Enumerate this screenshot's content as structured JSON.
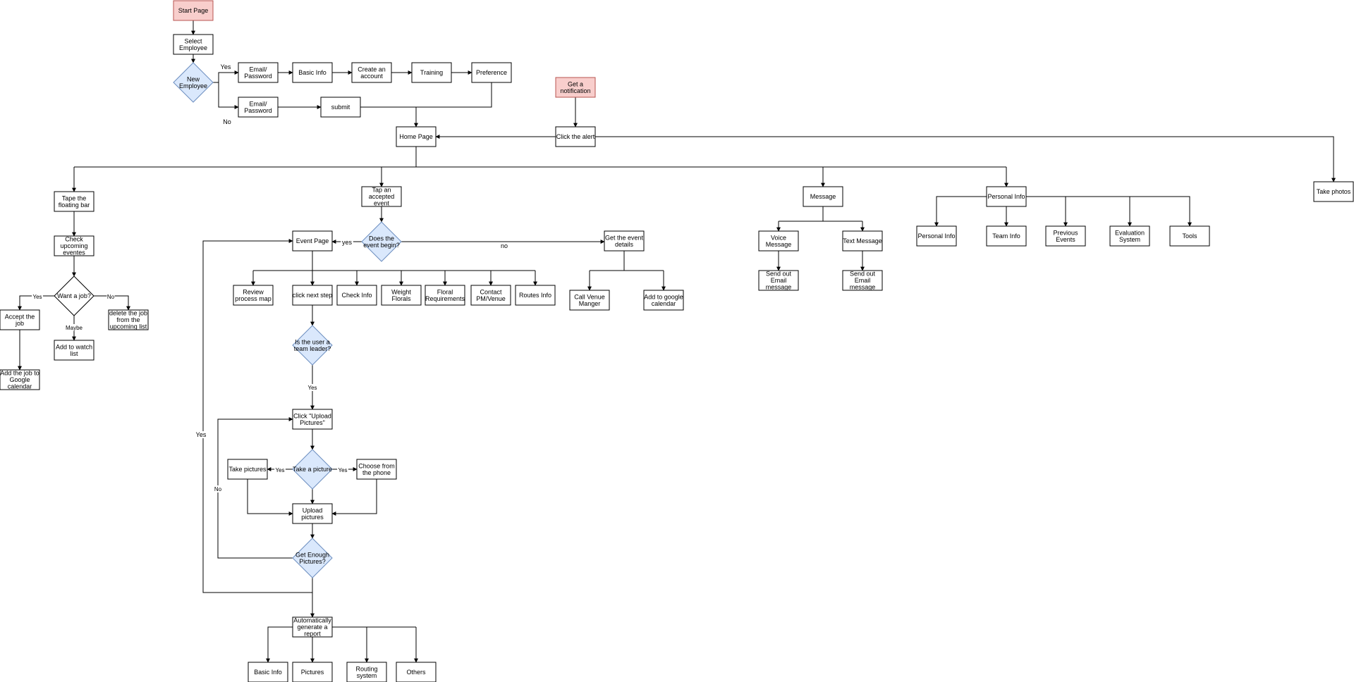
{
  "colors": {
    "start_fill": "#F8CECC",
    "start_stroke": "#B85450",
    "decision_fill": "#DAE8FC",
    "decision_stroke": "#6C8EBF",
    "box_fill": "#FFFFFF",
    "box_stroke": "#000000",
    "line": "#000000"
  },
  "nodes": {
    "start": [
      "Start Page"
    ],
    "select_employee": [
      "Select",
      "Employee"
    ],
    "new_employee": [
      "New",
      "Employee"
    ],
    "email_password_new": [
      "Email/",
      "Password"
    ],
    "basic_info_top": [
      "Basic Info"
    ],
    "create_account": [
      "Create an",
      "account"
    ],
    "training": [
      "Training"
    ],
    "preference": [
      "Preference"
    ],
    "email_password_old": [
      "Email/",
      "Password"
    ],
    "submit": [
      "submit"
    ],
    "get_notification": [
      "Get a",
      "notification"
    ],
    "click_alert": [
      "Click the alert"
    ],
    "home_page": [
      "Home Page"
    ],
    "tape_floating_bar": [
      "Tape the",
      "floating bar"
    ],
    "check_upcoming": [
      "Check",
      "upcoming",
      "eventes"
    ],
    "want_job": [
      "Want a job?"
    ],
    "accept_job": [
      "Accept the",
      "job"
    ],
    "add_google_calendar_job": [
      "Add the job to",
      "Google",
      "calendar"
    ],
    "add_watch_list": [
      "Add to watch",
      "list"
    ],
    "delete_job": [
      "delete the job",
      "from the",
      "upcoming list"
    ],
    "tap_accepted_event": [
      "Tap an",
      "accepted",
      "event"
    ],
    "event_begin": [
      "Does the",
      "event begin?"
    ],
    "event_page": [
      "Event Page"
    ],
    "get_event_details": [
      "Get the event",
      "details"
    ],
    "call_venue_manager": [
      "Call Venue",
      "Manger"
    ],
    "add_google_calendar": [
      "Add to google",
      "calendar"
    ],
    "review_process_map": [
      "Review",
      "process map"
    ],
    "click_next_step": [
      "click next step"
    ],
    "check_info": [
      "Check Info"
    ],
    "weight_florals": [
      "Weight",
      "Florals"
    ],
    "floral_requirements": [
      "Floral",
      "Requirements"
    ],
    "contact_pm_venue": [
      "Contact",
      "PM/Venue"
    ],
    "routes_info": [
      "Routes Info"
    ],
    "team_leader": [
      "Is the user a",
      "team leader?"
    ],
    "click_upload": [
      "Click \"Upload",
      "Pictures\""
    ],
    "take_picture": [
      "Take a picture"
    ],
    "take_pictures": [
      "Take pictures"
    ],
    "choose_phone": [
      "Choose from",
      "the phone"
    ],
    "upload_pictures": [
      "Upload",
      "pictures"
    ],
    "enough_pictures": [
      "Get Enough",
      "Pictures?"
    ],
    "auto_report": [
      "Automatically",
      "generate a",
      "report"
    ],
    "report_basic_info": [
      "Basic Info"
    ],
    "report_pictures": [
      "Pictures"
    ],
    "report_routing": [
      "Routing",
      "system"
    ],
    "report_others": [
      "Others"
    ],
    "message": [
      "Message"
    ],
    "voice_message": [
      "Voice",
      "Message"
    ],
    "text_message": [
      "Text Message"
    ],
    "send_email_voice": [
      "Send out",
      "Email",
      "message"
    ],
    "send_email_text": [
      "Send out",
      "Email",
      "message"
    ],
    "personal_info": [
      "Personal Info"
    ],
    "pi_personal_info": [
      "Personal Info"
    ],
    "pi_team_info": [
      "Team Info"
    ],
    "pi_previous_events": [
      "Previous",
      "Events"
    ],
    "pi_evaluation": [
      "Evaluation",
      "System"
    ],
    "pi_tools": [
      "Tools"
    ],
    "take_photos": [
      "Take photos"
    ]
  },
  "edge_labels": {
    "new_yes": "Yes",
    "new_no": "No",
    "want_yes": "Yes",
    "want_no": "No",
    "want_maybe": "Maybe",
    "begin_yes": "yes",
    "begin_no": "no",
    "leader_yes": "Yes",
    "take_left_yes": "Yes",
    "take_right_yes": "Yes",
    "enough_no": "No",
    "loop_yes": "Yes"
  }
}
